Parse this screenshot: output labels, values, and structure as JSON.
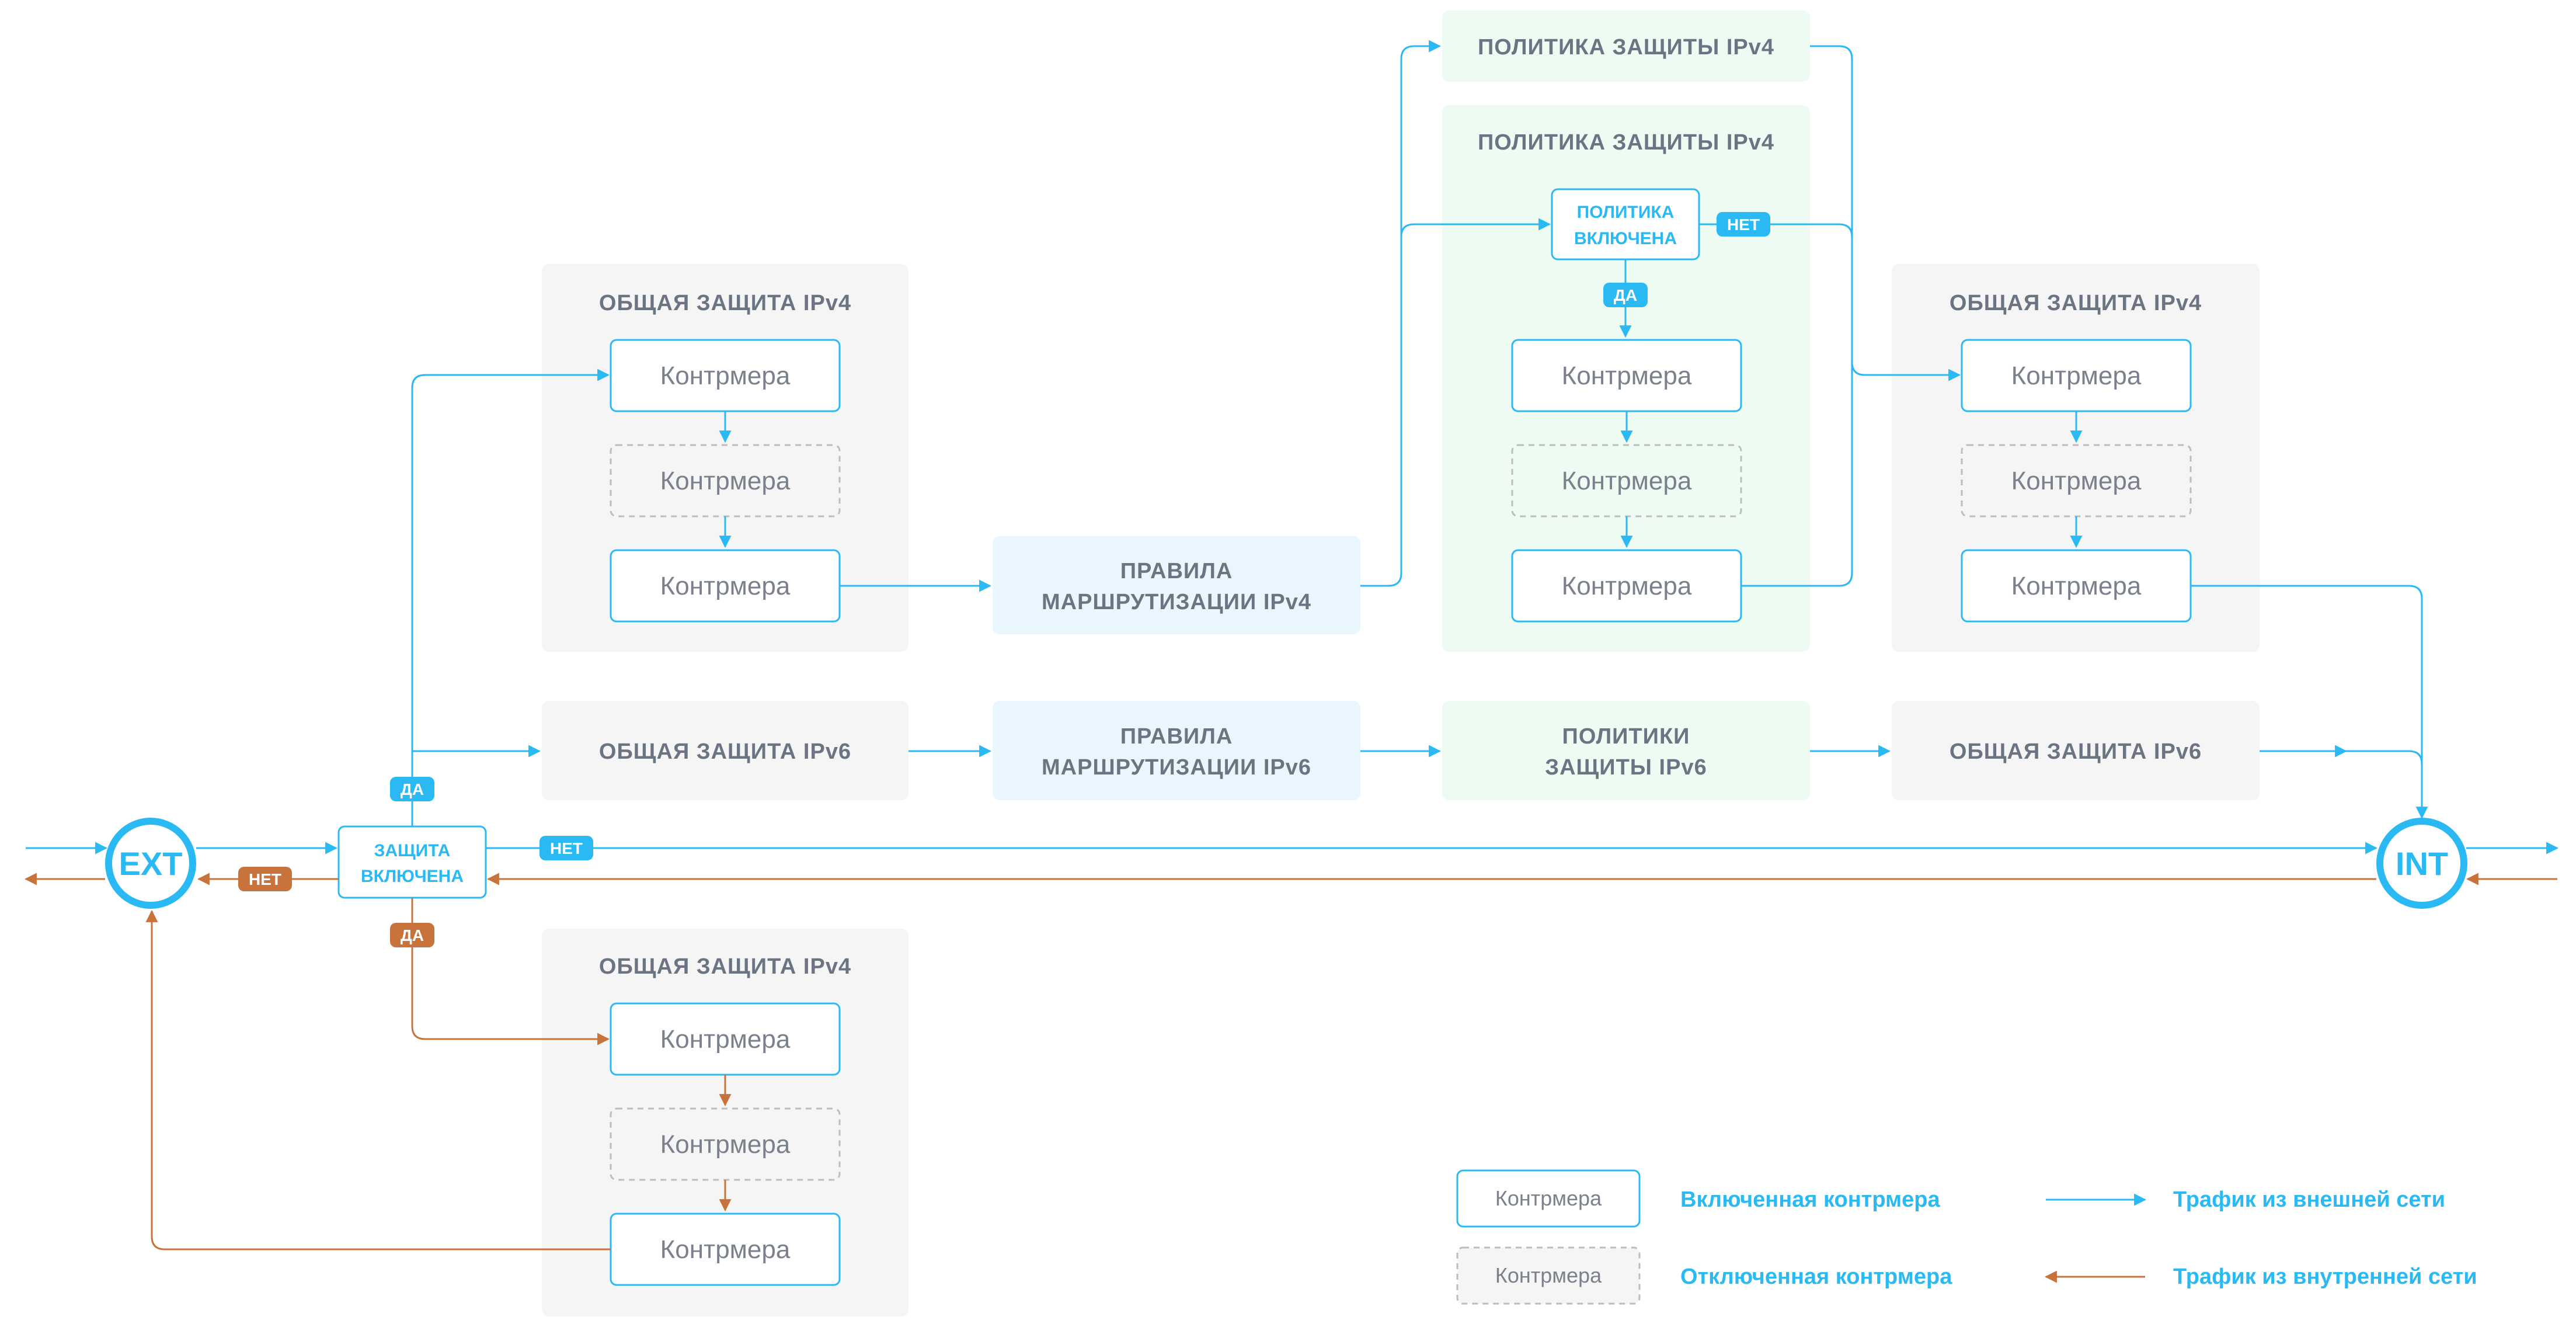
{
  "colors": {
    "blue": "#2ab9f2",
    "orange": "#c8733c",
    "gray_panel": "#f5f5f5",
    "blue_panel": "#eaf6fd",
    "green_panel": "#eefbf3",
    "text_gray": "#6b7482"
  },
  "nodes": {
    "ext": "EXT",
    "int": "INT"
  },
  "protection_switch": {
    "line1": "ЗАЩИТА",
    "line2": "ВКЛЮЧЕНА"
  },
  "policy_switch": {
    "line1": "ПОЛИТИКА",
    "line2": "ВКЛЮЧЕНА"
  },
  "badges": {
    "yes": "ДА",
    "no": "НЕТ"
  },
  "groups": {
    "general_ipv4": "ОБЩАЯ ЗАЩИТА IPv4",
    "general_ipv6": "ОБЩАЯ ЗАЩИТА IPv6",
    "routing_ipv4": [
      "ПРАВИЛА",
      "МАРШРУТИЗАЦИИ IPv4"
    ],
    "routing_ipv6": [
      "ПРАВИЛА",
      "МАРШРУТИЗАЦИИ IPv6"
    ],
    "policy_ipv4": "ПОЛИТИКА ЗАЩИТЫ IPv4",
    "policies_ipv6": [
      "ПОЛИТИКИ",
      "ЗАЩИТЫ IPv6"
    ]
  },
  "countermeasure": "Контрмера",
  "legend": {
    "enabled_label": "Включенная контрмера",
    "disabled_label": "Отключенная контрмера",
    "external_traffic": "Трафик из внешней сети",
    "internal_traffic": "Трафик из внутренней сети"
  }
}
